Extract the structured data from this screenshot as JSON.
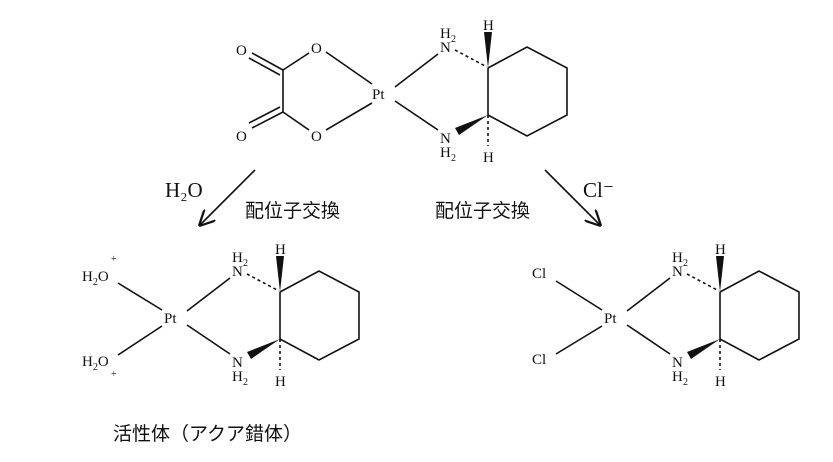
{
  "molecules": {
    "oxaliplatin": {
      "pt": "Pt",
      "n": "N",
      "h2": "H",
      "h2_sub": "2",
      "h": "H",
      "o": "O"
    },
    "aqua_complex": {
      "pt": "Pt",
      "n": "N",
      "h2": "H",
      "h2_sub": "2",
      "h": "H",
      "ligand": "H",
      "ligand_sub": "2",
      "ligand_o": "O",
      "charge": "+",
      "caption": "活性体（アクア錯体）"
    },
    "chloro_complex": {
      "pt": "Pt",
      "n": "N",
      "h2": "H",
      "h2_sub": "2",
      "h": "H",
      "ligand": "Cl"
    }
  },
  "reactions": {
    "left": {
      "reagent": "H₂O",
      "label": "配位子交換"
    },
    "right": {
      "reagent": "Cl⁻",
      "label": "配位子交換"
    }
  }
}
